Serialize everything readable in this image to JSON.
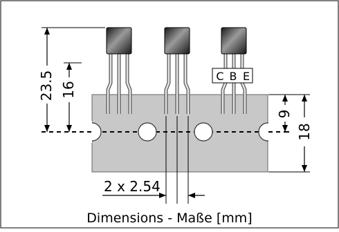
{
  "diagram": {
    "caption": "Dimensions - Maße [mm]",
    "dimensions": {
      "total_height": "23.5",
      "lead_to_tape": "16",
      "hole_offset": "9",
      "tape_width": "18",
      "pitch": "2 x 2.54"
    },
    "pins": [
      "C",
      "B",
      "E"
    ],
    "colors": {
      "tape": "#c8c8c8",
      "tape_border": "#666666",
      "body_dark": "#222222",
      "body_light": "#8a8a8a",
      "lead": "#bfbfbf"
    }
  }
}
